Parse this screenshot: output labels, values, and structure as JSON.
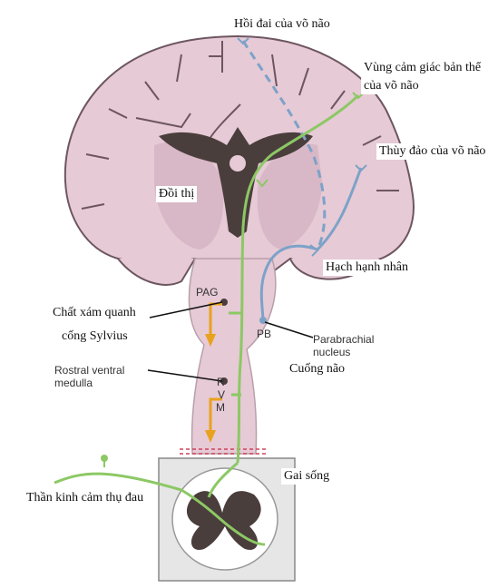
{
  "labels": {
    "cingulate": "Hồi đai của võ não",
    "somatosensory_1": "Vùng cảm giác bản thể",
    "somatosensory_2": "của võ não",
    "insula": "Thùy đảo của võ não",
    "thalamus": "Đồi thị",
    "amygdala": "Hạch hạnh nhân",
    "pag_vn_1": "Chất xám quanh",
    "pag_vn_2": "cống Sylvius",
    "parabrachial_1": "Parabrachial",
    "parabrachial_2": "nucleus",
    "rvm_1": "Rostral ventral",
    "rvm_2": "medulla",
    "cerebral_peduncle": "Cuống não",
    "spinal_cord": "Gai sống",
    "pain_nerve": "Thần kinh cảm thụ đau",
    "pag": "PAG",
    "pb": "PB",
    "r": "R",
    "v": "V",
    "m": "M"
  },
  "colors": {
    "brain_fill": "#e6cad6",
    "brain_stroke": "#6d5660",
    "ventricle": "#4a3e3c",
    "green_pathway": "#8cc864",
    "blue_pathway": "#7da2c8",
    "orange_arrow": "#e8a21e",
    "cord_box": "#e6e6e6"
  }
}
